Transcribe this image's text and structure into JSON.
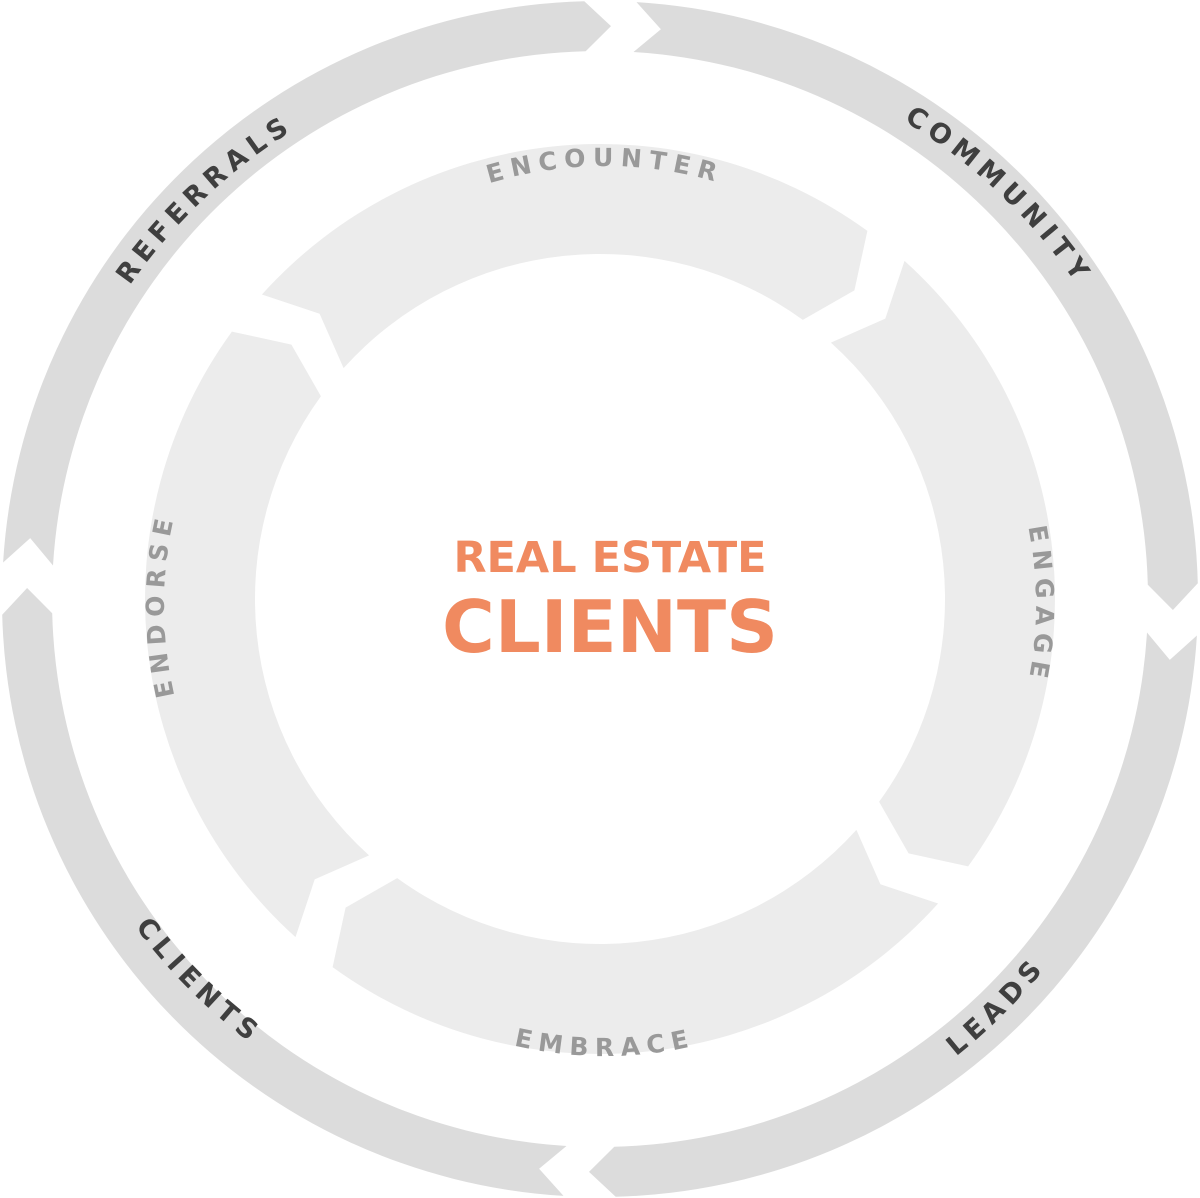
{
  "center": {
    "line1": "REAL ESTATE",
    "line2": "CLIENTS"
  },
  "outer_ring": {
    "labels": [
      "COMMUNITY",
      "LEADS",
      "CLIENTS",
      "REFERRALS"
    ]
  },
  "inner_ring": {
    "labels": [
      "ENCOUNTER",
      "ENGAGE",
      "EMBRACE",
      "ENDORSE"
    ]
  },
  "colors": {
    "outer_ring": "#dcdcdc",
    "inner_ring": "#ececec",
    "outer_text": "#3f3f3f",
    "inner_text": "#999999",
    "accent": "#f08a60",
    "background": "#ffffff"
  }
}
